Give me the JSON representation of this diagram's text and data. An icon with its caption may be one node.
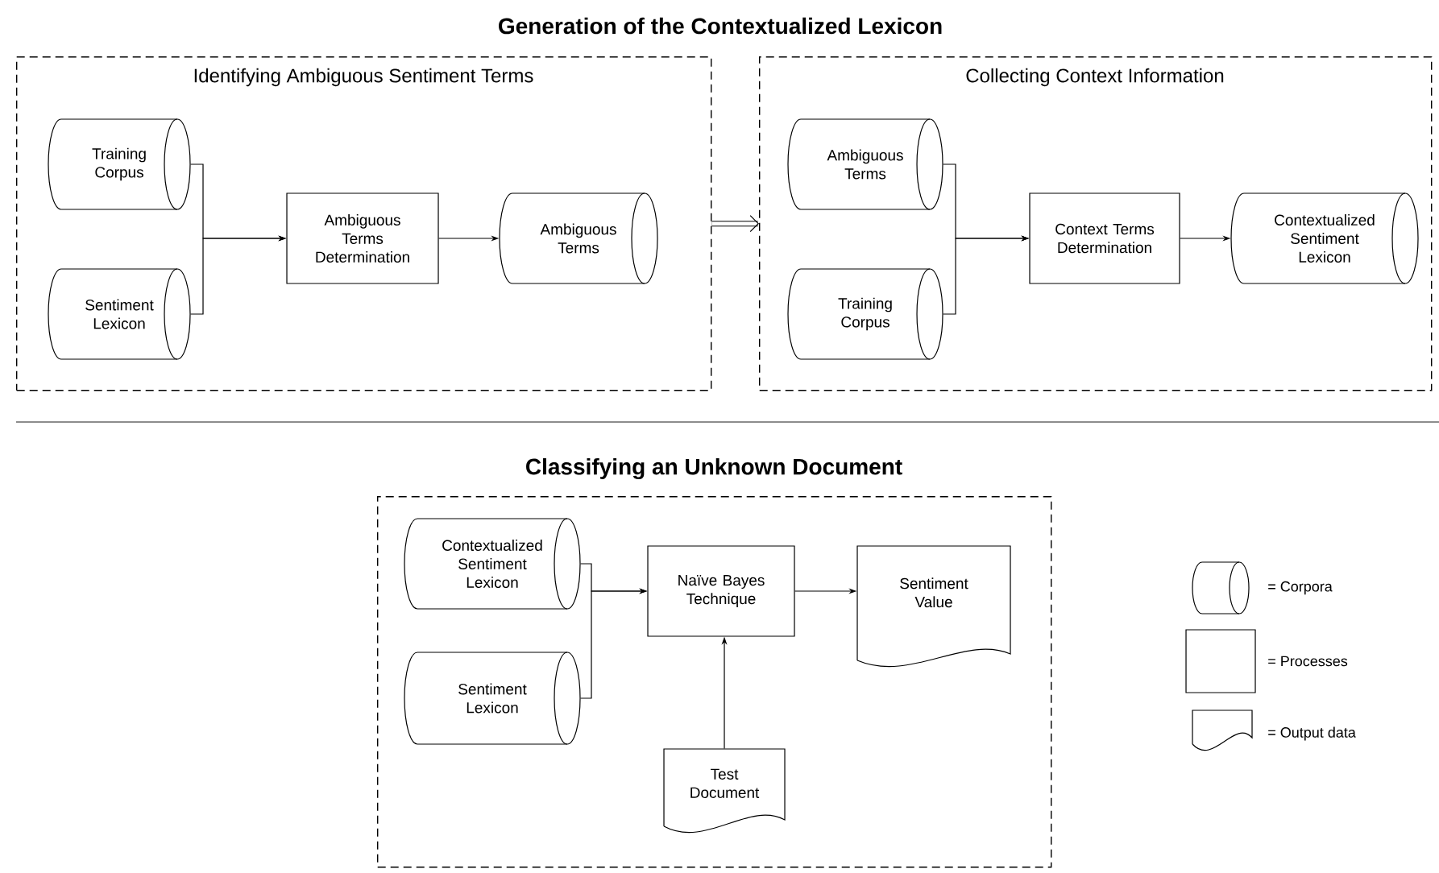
{
  "diagram": {
    "title": "Generation of the Contextualized Lexicon",
    "nodes": [
      {
        "text": [
          "Identifying Ambiguous Sentiment Terms"
        ]
      },
      {
        "text": [
          "Training Corpus"
        ],
        "in": 0
      },
      {
        "text": [
          "Sentiment Lexicon"
        ],
        "in": 0
      },
      {
        "text": [
          "Ambiguous Terms Determination"
        ],
        "in": 0
      },
      {
        "text": [
          "Ambiguous Terms"
        ],
        "in": 0
      },
      {
        "text": [
          "Collecting Context Information"
        ]
      },
      {
        "text": [
          "Ambiguous Terms"
        ],
        "in": 5
      },
      {
        "text": [
          "Training Corpus"
        ],
        "in": 5
      },
      {
        "text": [
          "Context Terms Determination"
        ],
        "in": 5
      },
      {
        "text": [
          "Contextualized Sentiment Lexicon"
        ],
        "in": 5
      },
      {
        "text": [
          "Classifying an Unknown Document"
        ]
      },
      {
        "text": [
          "Contextualized Sentiment Lexicon"
        ],
        "in": 10
      },
      {
        "text": [
          "Sentiment Lexicon"
        ],
        "in": 10
      },
      {
        "text": [
          "Naïve Bayes Technique"
        ],
        "in": 10
      },
      {
        "text": [
          "Sentiment Value"
        ],
        "in": 10
      },
      {
        "text": [
          "Test Document"
        ],
        "in": 10
      }
    ],
    "edges": [
      {
        "from": 1,
        "to": 3,
        "arrow": "to"
      },
      {
        "from": 2,
        "to": 3,
        "arrow": "to"
      },
      {
        "from": 3,
        "to": 4,
        "arrow": "to"
      },
      {
        "from": 0,
        "to": 5,
        "arrow": "to",
        "style": "thick"
      },
      {
        "from": 6,
        "to": 8,
        "arrow": "to"
      },
      {
        "from": 7,
        "to": 8,
        "arrow": "to"
      },
      {
        "from": 8,
        "to": 9,
        "arrow": "to"
      },
      {
        "from": 11,
        "to": 13,
        "arrow": "to"
      },
      {
        "from": 12,
        "to": 13,
        "arrow": "to"
      },
      {
        "from": 13,
        "to": 14,
        "arrow": "to"
      },
      {
        "from": 15,
        "to": 13,
        "arrow": "to"
      }
    ],
    "legend": [
      {
        "text": "= Corpora"
      },
      {
        "text": "= Processes"
      },
      {
        "text": "= Output data"
      }
    ]
  }
}
